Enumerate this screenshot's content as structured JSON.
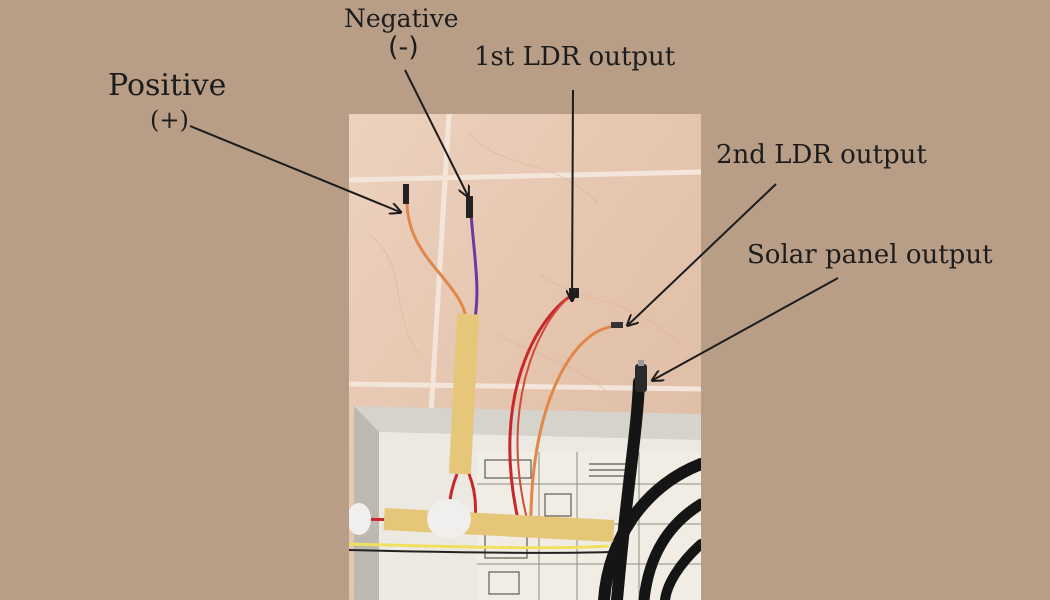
{
  "labels": {
    "positive": "Positive",
    "positive_sign": "(+)",
    "negative": "Negative",
    "negative_sign": "(-)",
    "ldr1": "1st LDR output",
    "ldr2": "2nd LDR output",
    "solar": "Solar panel output"
  },
  "colors": {
    "background": "#b89e86",
    "tile": "#e8cbb6",
    "orange_wire": "#e2874a",
    "red_wire": "#c8262a",
    "purple_wire": "#6b3aa0",
    "black_cable": "#1a1a1a",
    "tape": "#e6c77a",
    "arrow": "#1c1c1c"
  }
}
